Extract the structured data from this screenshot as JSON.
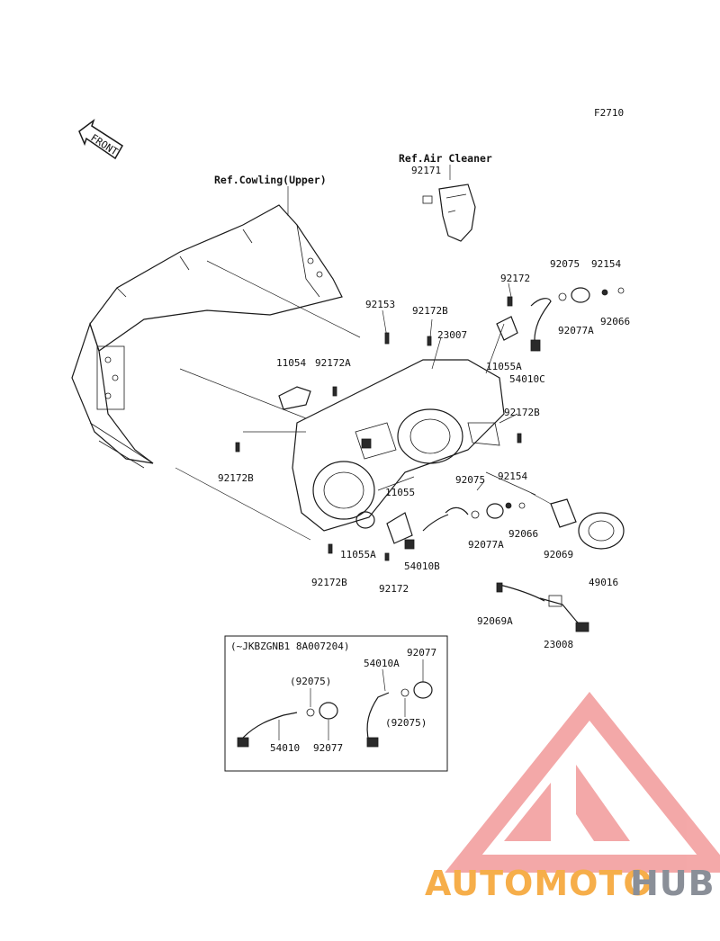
{
  "figure_code": "F2710",
  "front_marker": "FRONT",
  "references": {
    "cowling": "Ref.Cowling(Upper)",
    "air_cleaner": "Ref.Air Cleaner"
  },
  "part_labels": {
    "p92171": "92171",
    "p92172_top": "92172",
    "p92075_top": "92075",
    "p92154_top": "92154",
    "p92066_top": "92066",
    "p92077A_top": "92077A",
    "p11055A_top": "11055A",
    "p54010C": "54010C",
    "p92153": "92153",
    "p92172B_a": "92172B",
    "p23007": "23007",
    "p11054": "11054",
    "p92172A": "92172A",
    "p92172B_b": "92172B",
    "p92172B_left": "92172B",
    "p92075_mid": "92075",
    "p92154_mid": "92154",
    "p11055": "11055",
    "p92077A_mid": "92077A",
    "p92066_mid": "92066",
    "p92069": "92069",
    "p49016": "49016",
    "p11055A_bot": "11055A",
    "p54010B": "54010B",
    "p92172B_bot": "92172B",
    "p92172_bot": "92172",
    "p92069A": "92069A",
    "p23008": "23008"
  },
  "inset": {
    "title": "(~JKBZGNB1 8A007204)",
    "labels": {
      "p92075_paren_a": "(92075)",
      "p54010A": "54010A",
      "p92077_a": "92077",
      "p92075_paren_b": "(92075)",
      "p54010": "54010",
      "p92077_b": "92077"
    }
  },
  "watermark": {
    "part1": "AUTOMOTO",
    "part2": "HUB",
    "color_primary": "#f6ae4a",
    "color_secondary": "#8a8f98",
    "logo_color": "#f08a8a"
  }
}
